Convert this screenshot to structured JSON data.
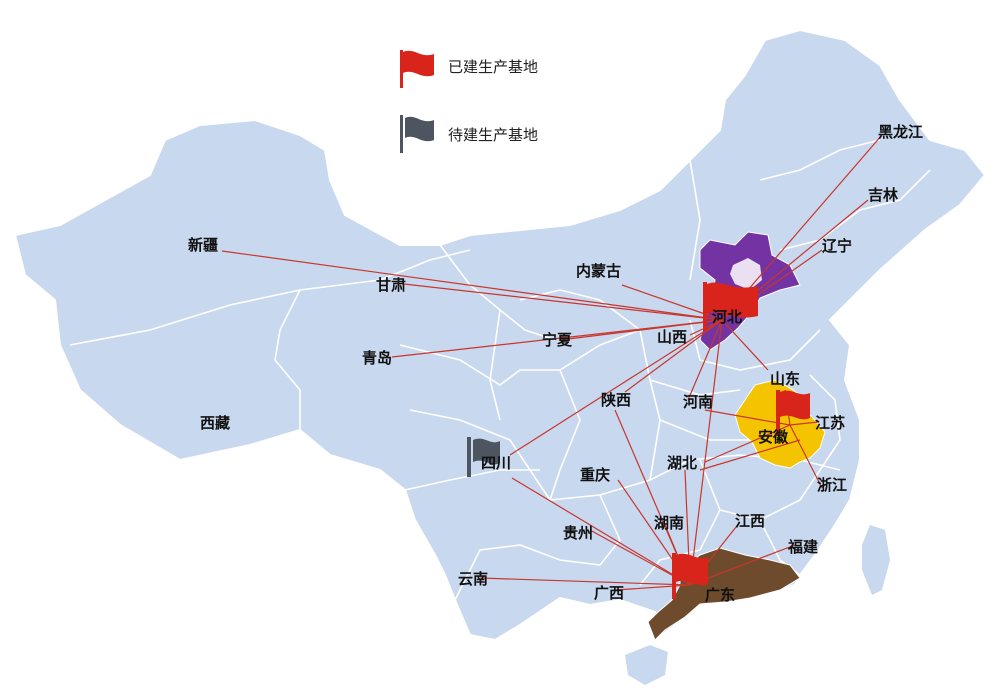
{
  "legend": {
    "built_label": "已建生产基地",
    "planned_label": "待建生产基地"
  },
  "colors": {
    "land": "#c8d8ef",
    "border": "#ffffff",
    "hebei_region": "#7333a3",
    "anhui_region": "#f5c400",
    "guangdong_region": "#6e4b2c",
    "built_flag": "#d9241b",
    "planned_flag": "#4c5560",
    "connector": "#c8362c"
  },
  "provinces": {
    "xinjiang": "新疆",
    "gansu": "甘肃",
    "qinghai": "青岛",
    "xizang": "西藏",
    "neimenggu": "内蒙古",
    "ningxia": "宁夏",
    "shanxi": "山西",
    "hebei": "河北",
    "heilongjiang": "黑龙江",
    "jilin": "吉林",
    "liaoning": "辽宁",
    "shandong": "山东",
    "shaanxi": "陕西",
    "henan": "河南",
    "jiangsu": "江苏",
    "anhui": "安徽",
    "sichuan": "四川",
    "chongqing": "重庆",
    "hubei": "湖北",
    "zhejiang": "浙江",
    "guizhou": "贵州",
    "hunan": "湖南",
    "jiangxi": "江西",
    "fujian": "福建",
    "yunnan": "云南",
    "guangxi": "广西",
    "guangdong": "广东"
  }
}
